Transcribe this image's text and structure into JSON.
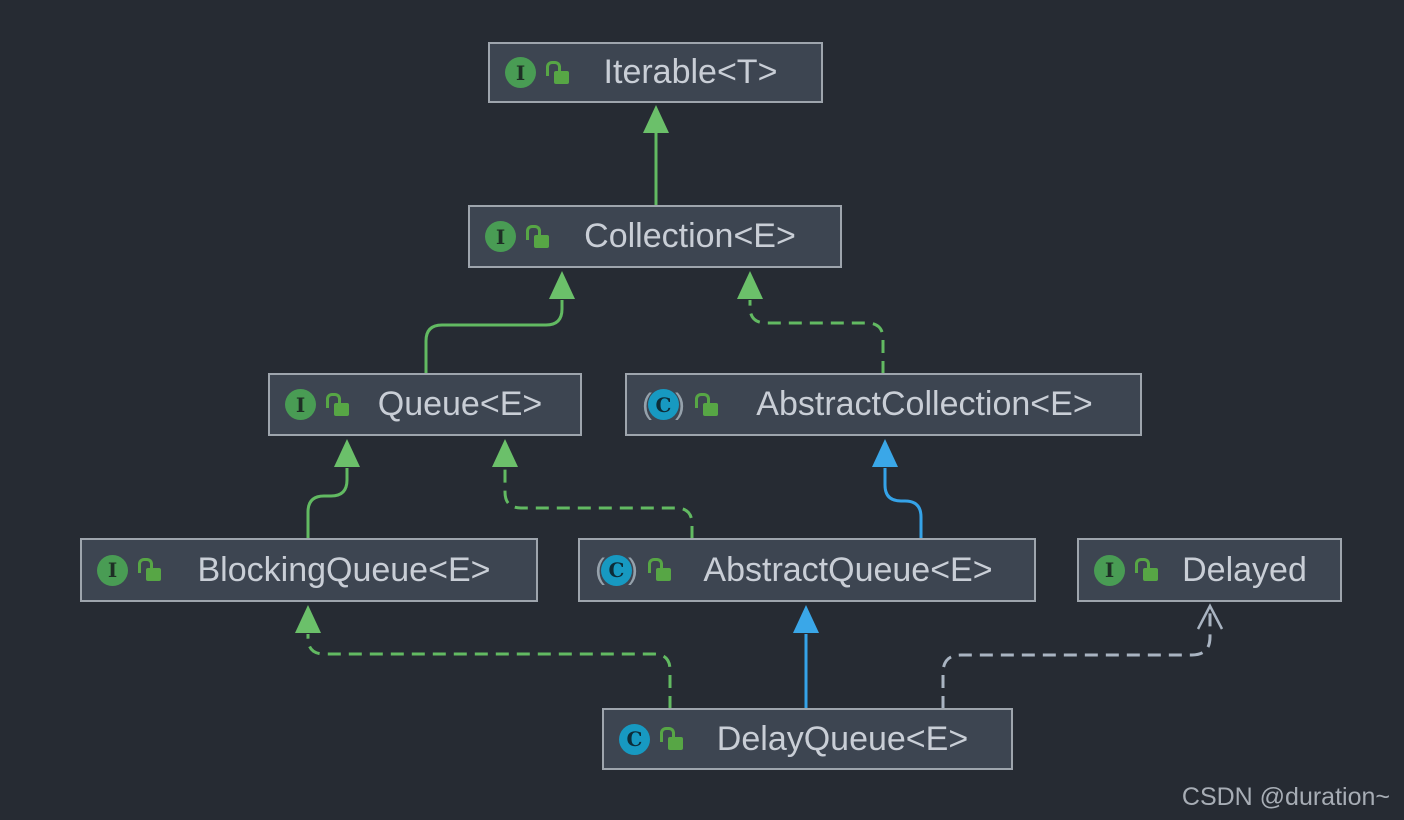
{
  "diagram": {
    "type": "uml-class-hierarchy",
    "nodes": [
      {
        "id": "iterable",
        "label": "Iterable<T>",
        "kind": "interface",
        "icon": "interface-icon",
        "icon_letter": "I",
        "visibility": "public"
      },
      {
        "id": "collection",
        "label": "Collection<E>",
        "kind": "interface",
        "icon": "interface-icon",
        "icon_letter": "I",
        "visibility": "public"
      },
      {
        "id": "queue",
        "label": "Queue<E>",
        "kind": "interface",
        "icon": "interface-icon",
        "icon_letter": "I",
        "visibility": "public"
      },
      {
        "id": "abstract-collection",
        "label": "AbstractCollection<E>",
        "kind": "abstract-class",
        "icon": "abstract-class-icon",
        "icon_letter": "C",
        "visibility": "public"
      },
      {
        "id": "blocking-queue",
        "label": "BlockingQueue<E>",
        "kind": "interface",
        "icon": "interface-icon",
        "icon_letter": "I",
        "visibility": "public"
      },
      {
        "id": "abstract-queue",
        "label": "AbstractQueue<E>",
        "kind": "abstract-class",
        "icon": "abstract-class-icon",
        "icon_letter": "C",
        "visibility": "public"
      },
      {
        "id": "delayed",
        "label": "Delayed",
        "kind": "interface",
        "icon": "interface-icon",
        "icon_letter": "I",
        "visibility": "public"
      },
      {
        "id": "delay-queue",
        "label": "DelayQueue<E>",
        "kind": "class",
        "icon": "class-icon",
        "icon_letter": "C",
        "visibility": "public"
      }
    ],
    "edges": [
      {
        "from": "Collection<E>",
        "to": "Iterable<T>",
        "relation": "extends",
        "line": "solid",
        "color": "#62ba62"
      },
      {
        "from": "Queue<E>",
        "to": "Collection<E>",
        "relation": "extends",
        "line": "solid",
        "color": "#62ba62"
      },
      {
        "from": "AbstractCollection<E>",
        "to": "Collection<E>",
        "relation": "implements",
        "line": "dashed",
        "color": "#62ba62"
      },
      {
        "from": "BlockingQueue<E>",
        "to": "Queue<E>",
        "relation": "extends",
        "line": "solid",
        "color": "#62ba62"
      },
      {
        "from": "AbstractQueue<E>",
        "to": "Queue<E>",
        "relation": "implements",
        "line": "dashed",
        "color": "#62ba62"
      },
      {
        "from": "AbstractQueue<E>",
        "to": "AbstractCollection<E>",
        "relation": "extends",
        "line": "solid",
        "color": "#35a3e8"
      },
      {
        "from": "DelayQueue<E>",
        "to": "BlockingQueue<E>",
        "relation": "implements",
        "line": "dashed",
        "color": "#62ba62"
      },
      {
        "from": "DelayQueue<E>",
        "to": "AbstractQueue<E>",
        "relation": "extends",
        "line": "solid",
        "color": "#35a3e8"
      },
      {
        "from": "DelayQueue<E>",
        "to": "Delayed",
        "relation": "depends-on",
        "line": "dashed-open-arrow",
        "color": "#a9b4c2"
      }
    ],
    "colors": {
      "background": "#262b33",
      "node_fill": "#3d4551",
      "node_border": "#9ea5ad",
      "node_text": "#c9ced6",
      "interface_icon": "#499c54",
      "class_icon": "#1799c1",
      "lock_icon": "#57a645",
      "edge_green": "#62ba62",
      "edge_blue": "#35a3e8",
      "edge_gray": "#a9b4c2"
    }
  },
  "watermark": {
    "text": "CSDN @duration~"
  }
}
